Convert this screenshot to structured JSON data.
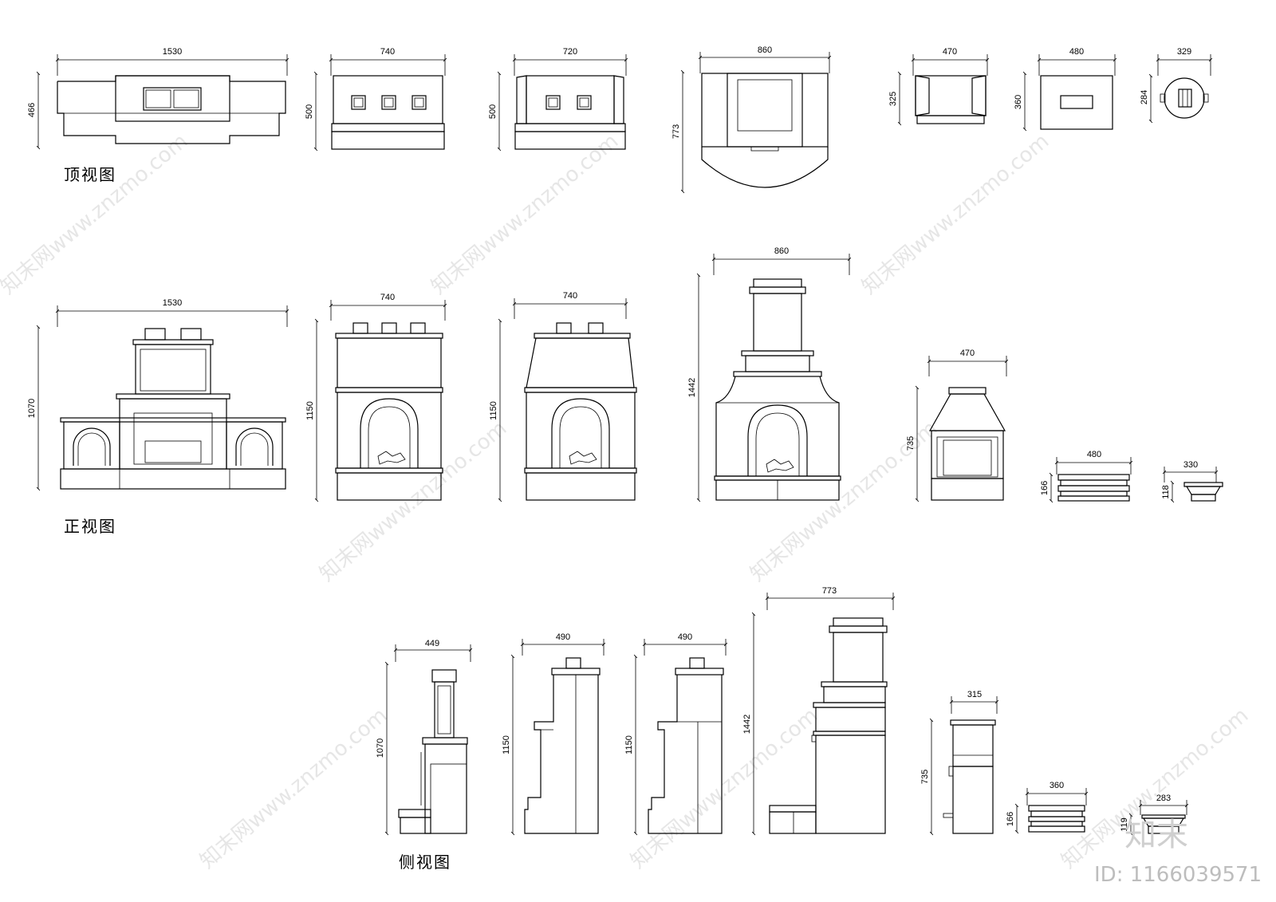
{
  "views": {
    "top": "顶视图",
    "front": "正视图",
    "side": "侧视图"
  },
  "top_dims": {
    "a_w": "1530",
    "a_h": "466",
    "b_w": "740",
    "b_h": "500",
    "c_w": "720",
    "c_h": "500",
    "d_w": "860",
    "d_h": "773",
    "e_w": "470",
    "e_h": "325",
    "f_w": "480",
    "f_h": "360",
    "g_w": "329",
    "g_h": "284"
  },
  "front_dims": {
    "a_w": "1530",
    "a_h": "1070",
    "b_w": "740",
    "b_h": "1150",
    "c_w": "740",
    "c_h": "1150",
    "d_w": "860",
    "d_h": "1442",
    "e_w": "470",
    "e_h": "735",
    "f_w": "480",
    "f_h": "166",
    "g_w": "330",
    "g_h": "118"
  },
  "side_dims": {
    "a_w": "449",
    "a_h": "1070",
    "b_w": "490",
    "b_h": "1150",
    "c_w": "490",
    "c_h": "1150",
    "d_w": "773",
    "d_h": "1442",
    "e_w": "315",
    "e_h": "735",
    "f_w": "360",
    "f_h": "166",
    "g_w": "283",
    "g_h": "119"
  },
  "watermark": {
    "text": "知末网www.znzmo.com",
    "brand": "知末",
    "id": "ID: 1166039571"
  },
  "icons": [
    "fireplace-drawing",
    "dimension-line"
  ]
}
